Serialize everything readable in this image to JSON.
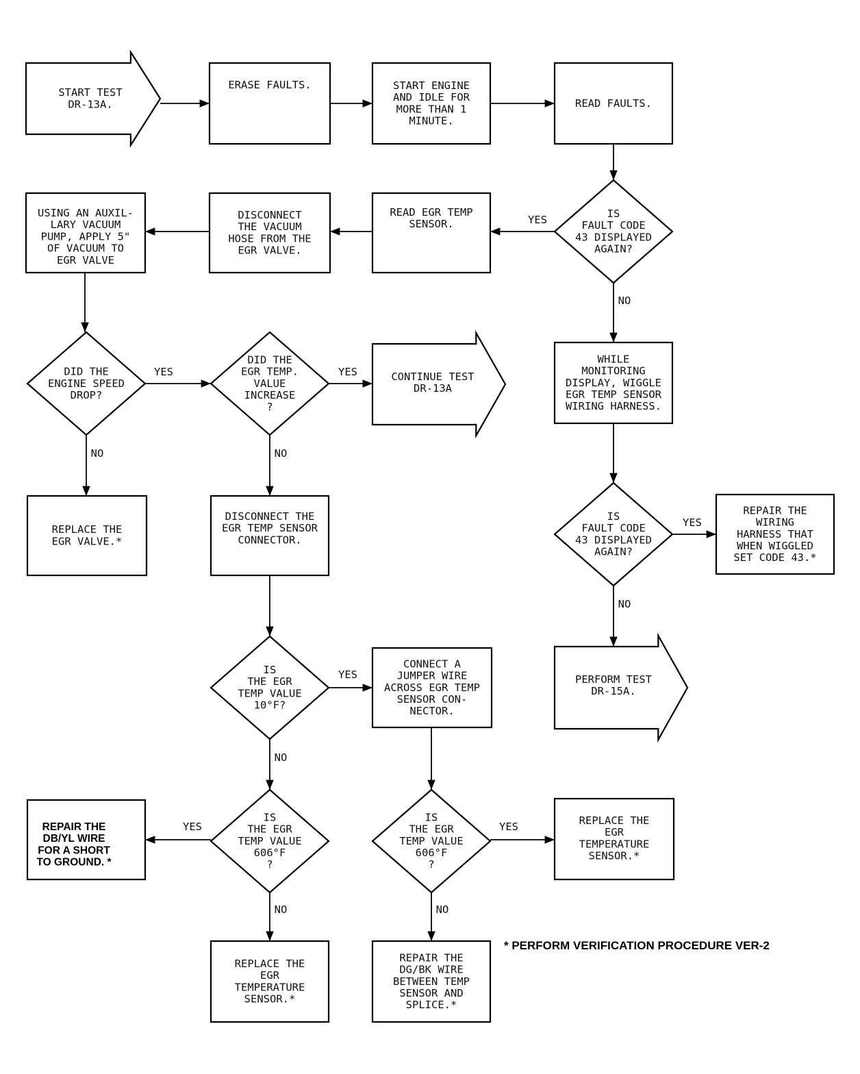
{
  "nodes": {
    "start": {
      "lines": [
        "START TEST",
        "DR-13A."
      ]
    },
    "erase": {
      "lines": [
        "ERASE FAULTS."
      ]
    },
    "start_engine": {
      "lines": [
        "START ENGINE",
        "AND IDLE FOR",
        "MORE THAN 1",
        "MINUTE."
      ]
    },
    "read_faults": {
      "lines": [
        "READ FAULTS."
      ]
    },
    "is43_first": {
      "lines": [
        "IS",
        "FAULT CODE",
        "43 DISPLAYED",
        "AGAIN?"
      ]
    },
    "read_egr": {
      "lines": [
        "READ EGR TEMP",
        "SENSOR."
      ]
    },
    "disconnect_hose": {
      "lines": [
        "DISCONNECT",
        "THE VACUUM",
        "HOSE FROM THE",
        "EGR VALVE."
      ]
    },
    "aux_pump": {
      "lines": [
        "USING AN AUXIL-",
        "LARY VACUUM",
        "PUMP, APPLY 5\"",
        "OF VACUUM TO",
        "EGR VALVE"
      ]
    },
    "speed_drop": {
      "lines": [
        "DID THE",
        "ENGINE SPEED",
        "DROP?"
      ]
    },
    "value_increase": {
      "lines": [
        "DID THE",
        "EGR TEMP.",
        "VALUE",
        "INCREASE",
        "?"
      ]
    },
    "continue": {
      "lines": [
        "CONTINUE TEST",
        "DR-13A"
      ]
    },
    "replace_valve": {
      "lines": [
        "REPLACE THE",
        "EGR VALVE.*"
      ]
    },
    "disconnect_sensor": {
      "lines": [
        "DISCONNECT THE",
        "EGR TEMP SENSOR",
        "CONNECTOR."
      ]
    },
    "wiggle": {
      "lines": [
        "WHILE",
        "MONITORING",
        "DISPLAY, WIGGLE",
        "EGR TEMP SENSOR",
        "WIRING HARNESS."
      ]
    },
    "is43_second": {
      "lines": [
        "IS",
        "FAULT CODE",
        "43 DISPLAYED",
        "AGAIN?"
      ]
    },
    "repair_harness": {
      "lines": [
        "REPAIR THE",
        "WIRING",
        "HARNESS THAT",
        "WHEN WIGGLED",
        "SET CODE 43.*"
      ]
    },
    "perform15": {
      "lines": [
        "PERFORM TEST",
        "DR-15A."
      ]
    },
    "is10f": {
      "lines": [
        "IS",
        "THE EGR",
        "TEMP VALUE",
        "10°F?"
      ]
    },
    "jumper": {
      "lines": [
        "CONNECT A",
        "JUMPER WIRE",
        "ACROSS EGR TEMP",
        "SENSOR CON-",
        "NECTOR."
      ]
    },
    "is606_left": {
      "lines": [
        "IS",
        "THE EGR",
        "TEMP VALUE",
        "606°F",
        "?"
      ]
    },
    "is606_right": {
      "lines": [
        "IS",
        "THE EGR",
        "TEMP VALUE",
        "606°F",
        "?"
      ]
    },
    "repair_dbyl": {
      "lines": [
        "REPAIR THE",
        "DB/YL WIRE",
        "FOR A SHORT",
        "TO GROUND. *"
      ]
    },
    "replace_sensor_right": {
      "lines": [
        "REPLACE THE",
        "EGR",
        "TEMPERATURE",
        "SENSOR.*"
      ]
    },
    "replace_sensor_bottom": {
      "lines": [
        "REPLACE THE",
        "EGR",
        "TEMPERATURE",
        "SENSOR.*"
      ]
    },
    "repair_dgbk": {
      "lines": [
        "REPAIR THE",
        "DG/BK WIRE",
        "BETWEEN TEMP",
        "SENSOR AND",
        "SPLICE.*"
      ]
    }
  },
  "edges": [
    {
      "from": "start",
      "to": "erase",
      "label": ""
    },
    {
      "from": "erase",
      "to": "start_engine",
      "label": ""
    },
    {
      "from": "start_engine",
      "to": "read_faults",
      "label": ""
    },
    {
      "from": "read_faults",
      "to": "is43_first",
      "label": ""
    },
    {
      "from": "is43_first",
      "to": "read_egr",
      "label": "YES"
    },
    {
      "from": "is43_first",
      "to": "wiggle",
      "label": "NO"
    },
    {
      "from": "read_egr",
      "to": "disconnect_hose",
      "label": ""
    },
    {
      "from": "disconnect_hose",
      "to": "aux_pump",
      "label": ""
    },
    {
      "from": "aux_pump",
      "to": "speed_drop",
      "label": ""
    },
    {
      "from": "speed_drop",
      "to": "value_increase",
      "label": "YES"
    },
    {
      "from": "speed_drop",
      "to": "replace_valve",
      "label": "NO"
    },
    {
      "from": "value_increase",
      "to": "continue",
      "label": "YES"
    },
    {
      "from": "value_increase",
      "to": "disconnect_sensor",
      "label": "NO"
    },
    {
      "from": "disconnect_sensor",
      "to": "is10f",
      "label": ""
    },
    {
      "from": "wiggle",
      "to": "is43_second",
      "label": ""
    },
    {
      "from": "is43_second",
      "to": "repair_harness",
      "label": "YES"
    },
    {
      "from": "is43_second",
      "to": "perform15",
      "label": "NO"
    },
    {
      "from": "is10f",
      "to": "jumper",
      "label": "YES"
    },
    {
      "from": "is10f",
      "to": "is606_left",
      "label": "NO"
    },
    {
      "from": "jumper",
      "to": "is606_right",
      "label": ""
    },
    {
      "from": "is606_left",
      "to": "repair_dbyl",
      "label": "YES"
    },
    {
      "from": "is606_left",
      "to": "replace_sensor_bottom",
      "label": "NO"
    },
    {
      "from": "is606_right",
      "to": "replace_sensor_right",
      "label": "YES"
    },
    {
      "from": "is606_right",
      "to": "repair_dgbk",
      "label": "NO"
    }
  ],
  "footnote": "* PERFORM VERIFICATION PROCEDURE VER-2"
}
